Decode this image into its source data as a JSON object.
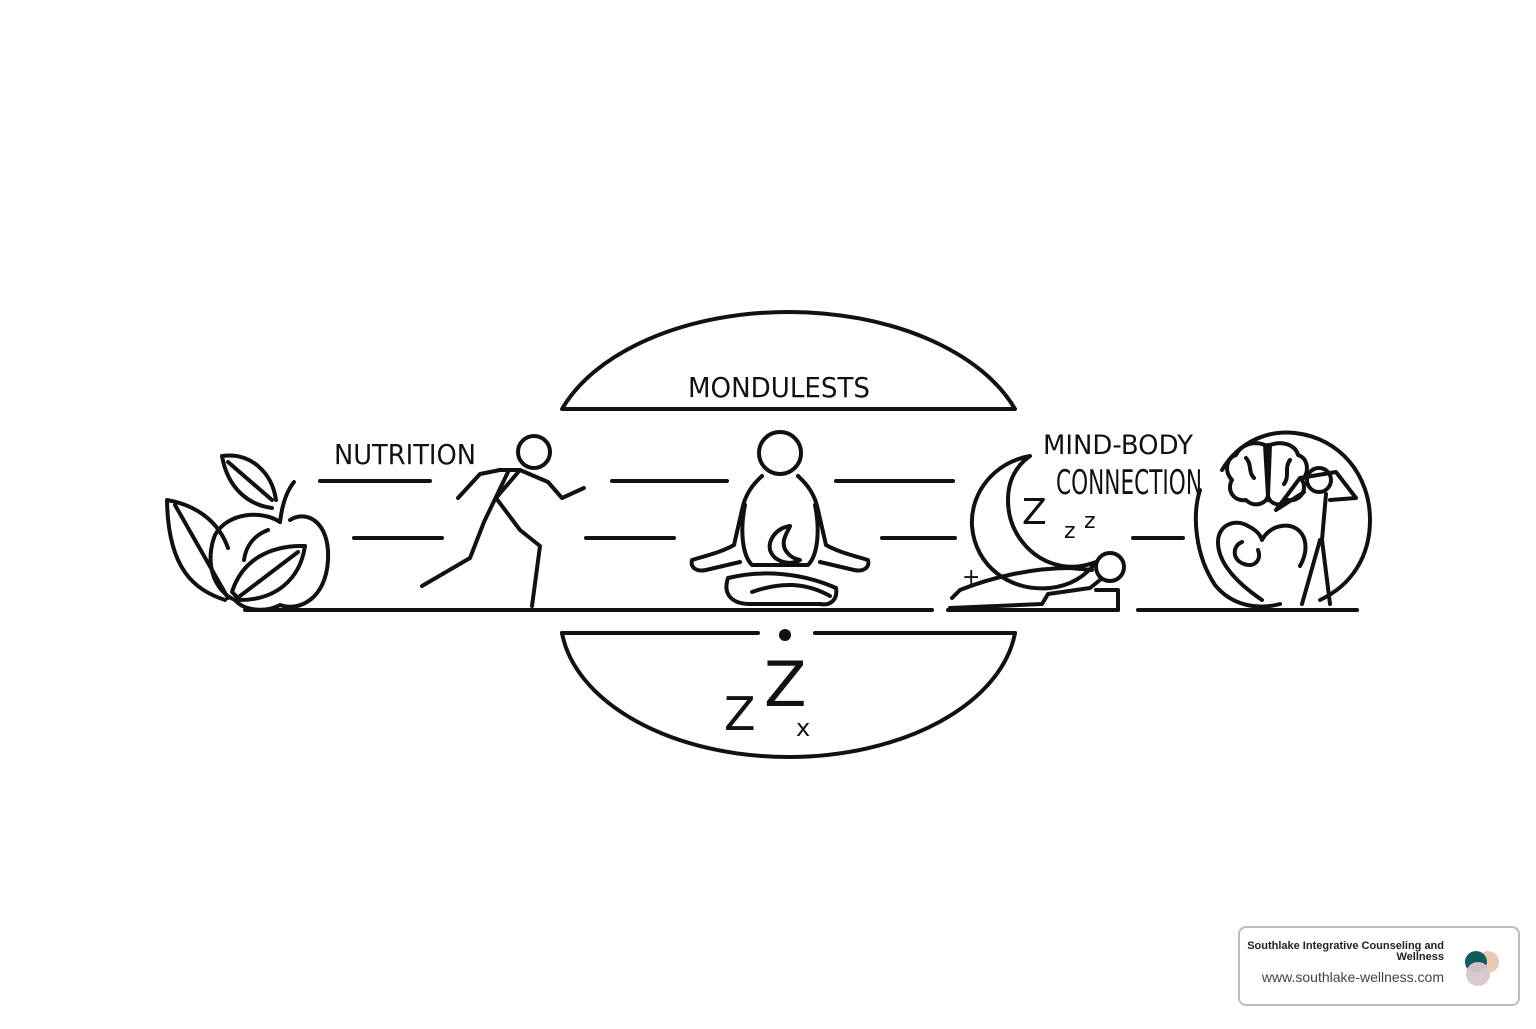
{
  "diagram": {
    "labels": {
      "nutrition": "NUTRITION",
      "top_arc": "MONDULESTS",
      "mind_body_line1": "MIND-BODY",
      "mind_body_line2": "CONNECTION",
      "bottom_sleep_small": "Z",
      "bottom_sleep_large": "Z",
      "bottom_sleep_x": "x",
      "moon_z_large": "Z",
      "moon_z_small1": "z",
      "moon_z_small2": "z",
      "sparkle": "+"
    },
    "stroke_color": "#111111"
  },
  "card": {
    "title": "Southlake Integrative Counseling and Wellness",
    "url": "www.southlake-wellness.com",
    "logo_colors": [
      "#0f5c5c",
      "#e9c9b4",
      "#d9c6cf"
    ]
  }
}
